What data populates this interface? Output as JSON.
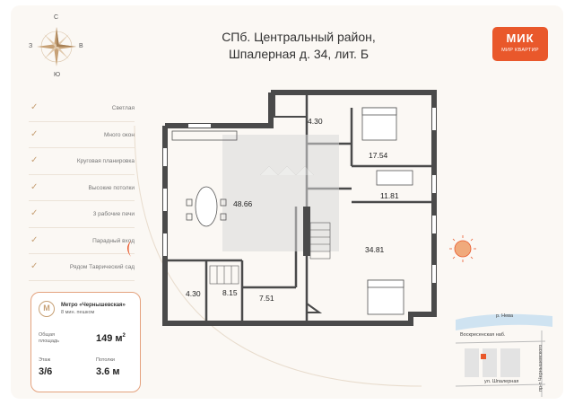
{
  "title": {
    "line1": "СПб. Центральный район,",
    "line2": "Шпалерная д. 34, лит. Б"
  },
  "logo": {
    "mark": "МИК",
    "name": "МИР КВАРТИР"
  },
  "compass": {
    "n": "С",
    "e": "В",
    "s": "Ю",
    "w": "З"
  },
  "features": [
    "Светлая",
    "Много окон",
    "Круговая планировка",
    "Высокие потолки",
    "3 рабочие печи",
    "Парадный вход",
    "Рядом Таврический сад"
  ],
  "info": {
    "metro": "Метро «Чернышевская»",
    "walk": "8 мин. пешком",
    "area_label_1": "Общая",
    "area_label_2": "площадь",
    "area_value": "149 м",
    "area_unit_sup": "2",
    "floor_label": "Этаж",
    "floor_value": "3/6",
    "ceiling_label": "Потолки",
    "ceiling_value": "3.6 м"
  },
  "rooms": {
    "r1": "4.30",
    "r2": "17.54",
    "r3": "11.81",
    "r4": "48.66",
    "r5": "34.81",
    "r6": "4.30",
    "r7": "8.15",
    "r8": "7.51"
  },
  "streetmap": {
    "river": "р. Нева",
    "street1": "Воскресенская наб.",
    "street2": "ул. Шпалерная",
    "street3": "пр-т Чернышевского"
  },
  "colors": {
    "accent": "#e9582b",
    "gold": "#c7a176",
    "wall": "#4a4a4a",
    "river": "#cfe3f1"
  }
}
